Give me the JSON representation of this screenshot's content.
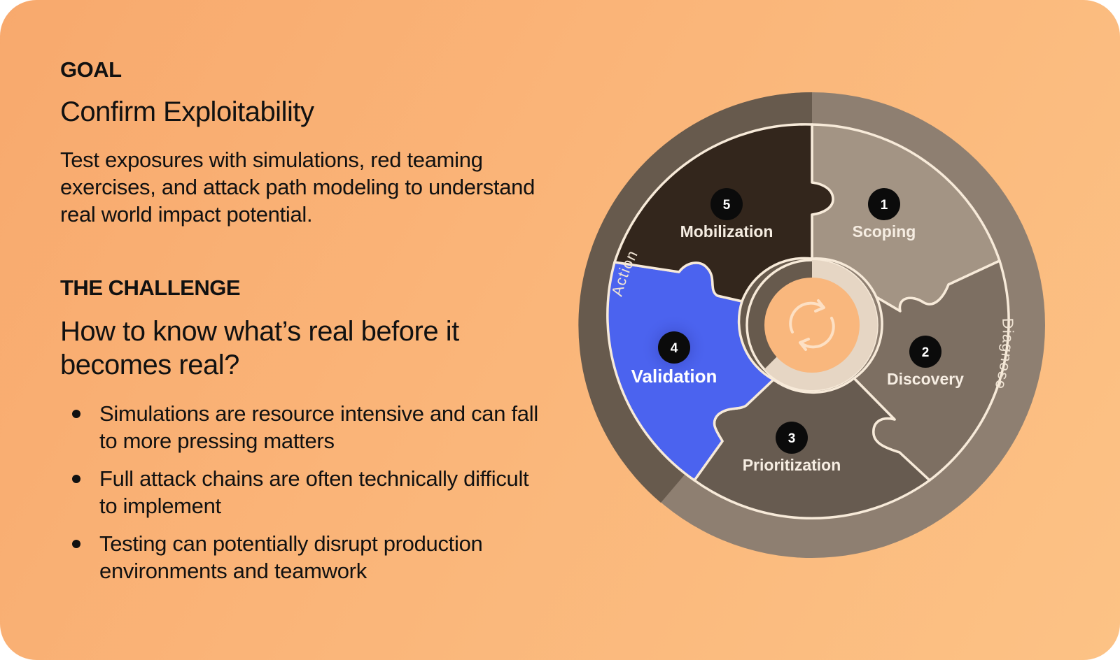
{
  "goal": {
    "label": "GOAL",
    "title": "Confirm Exploitability",
    "description": "Test exposures with simulations, red teaming exercises, and attack path modeling to understand real world impact potential."
  },
  "challenge": {
    "label": "THE CHALLENGE",
    "title": "How to know what’s real before it becomes real?",
    "bullets": [
      "Simulations are resource intensive and can fall to more pressing matters",
      "Full attack chains are often technically difficult to implement",
      "Testing can potentially disrupt production environments and teamwork"
    ]
  },
  "cycle": {
    "outer_labels": {
      "left": "Action",
      "right": "Diagnose"
    },
    "center_icon": "refresh-cycle-icon",
    "stages": [
      {
        "number": "1",
        "name": "Scoping",
        "color": "#a39484"
      },
      {
        "number": "2",
        "name": "Discovery",
        "color": "#7d6f62"
      },
      {
        "number": "3",
        "name": "Prioritization",
        "color": "#675b50"
      },
      {
        "number": "4",
        "name": "Validation",
        "color": "#4b63ef",
        "highlighted": true
      },
      {
        "number": "5",
        "name": "Mobilization",
        "color": "#33261c"
      }
    ],
    "colors": {
      "ring_dark": "#675a4d",
      "ring_light": "#8e7f71",
      "outline": "#f7ead9",
      "center": "#f9b77d"
    }
  }
}
